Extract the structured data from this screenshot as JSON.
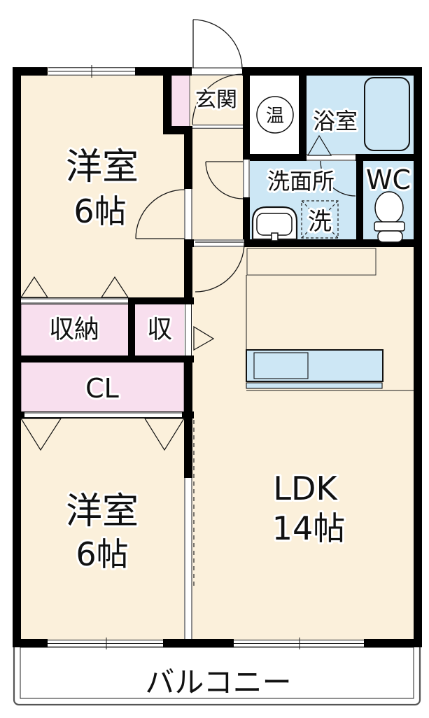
{
  "labels": {
    "bedroom_top": "洋室",
    "bedroom_top_size": "6帖",
    "bedroom_bottom": "洋室",
    "bedroom_bottom_size": "6帖",
    "ldk": "LDK",
    "ldk_size": "14帖",
    "entrance": "玄関",
    "water_heater": "温",
    "bathroom": "浴室",
    "washroom": "洗面所",
    "washing_machine": "洗",
    "wc": "WC",
    "storage": "収納",
    "storage_small": "収",
    "closet": "CL",
    "balcony": "バルコニー"
  },
  "colors": {
    "room_beige": "#FBF0DB",
    "wet_blue": "#CDE7F5",
    "closet_pink": "#F8DFEE",
    "wall": "#000000",
    "balcony_border": "#555555"
  }
}
